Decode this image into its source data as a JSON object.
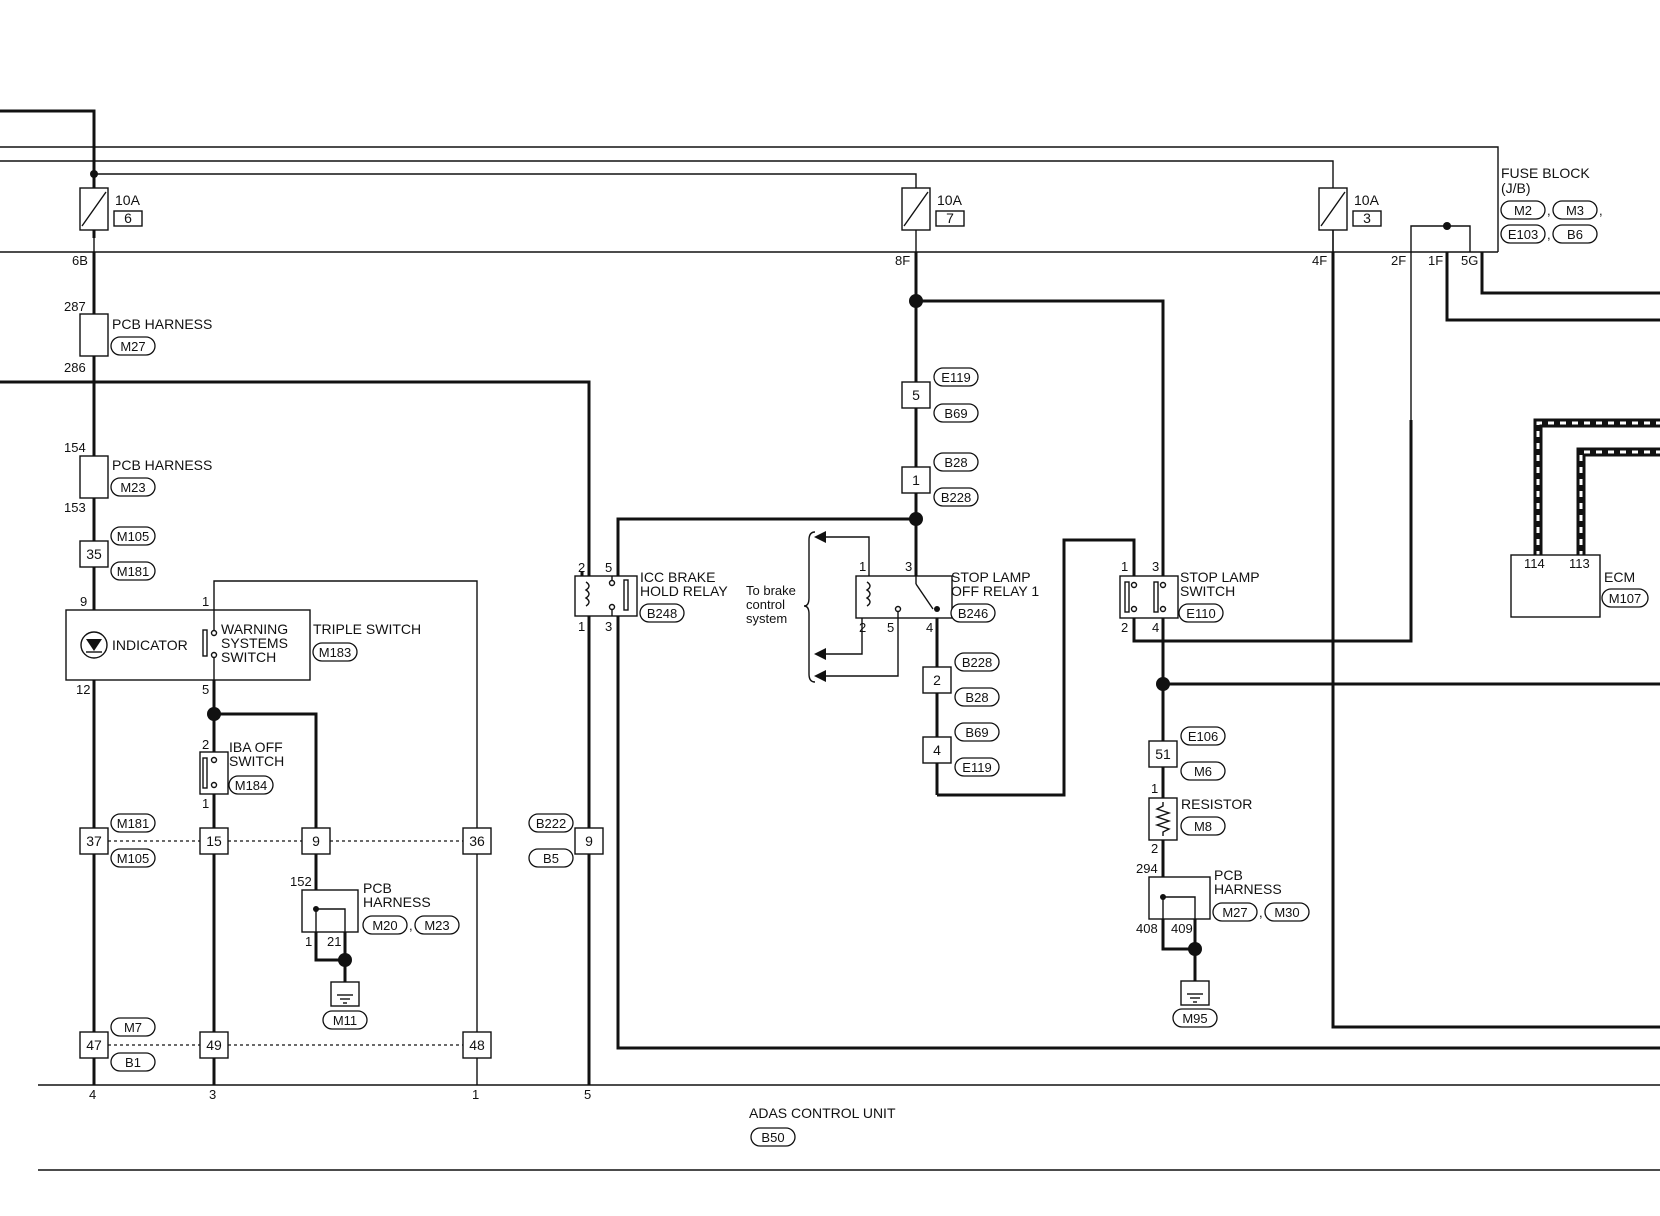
{
  "fuse_block": {
    "title": "FUSE BLOCK",
    "sub": "(J/B)",
    "connectors": [
      "M2",
      "M3",
      "E103",
      "B6"
    ],
    "terminals": [
      "6B",
      "8F",
      "4F",
      "2F",
      "1F",
      "5G"
    ],
    "fuses": [
      {
        "rating": "10A",
        "number": "6"
      },
      {
        "rating": "10A",
        "number": "7"
      },
      {
        "rating": "10A",
        "number": "3"
      }
    ]
  },
  "harness_connectors": {
    "pcb_m27": {
      "label": "PCB HARNESS",
      "connector": "M27",
      "pins": [
        "287",
        "286"
      ]
    },
    "pcb_m23": {
      "label": "PCB HARNESS",
      "connector": "M23",
      "pins": [
        "154",
        "153"
      ]
    },
    "pcb_m20": {
      "label1": "PCB",
      "label2": "HARNESS",
      "connectors": [
        "M20",
        "M23"
      ],
      "pins": [
        "152",
        "1",
        "21"
      ]
    },
    "pcb_m27_m30": {
      "label1": "PCB",
      "label2": "HARNESS",
      "connectors": [
        "M27",
        "M30"
      ],
      "pins": [
        "294",
        "408",
        "409"
      ]
    },
    "j35": {
      "pin": "35",
      "connectors": [
        "M105",
        "M181"
      ]
    },
    "j37": {
      "pin": "37",
      "connectors": [
        "M181",
        "M105"
      ]
    },
    "j47": {
      "pin": "47",
      "connectors": [
        "M7",
        "B1"
      ]
    },
    "j9b": {
      "pin": "9",
      "connectors": [
        "B222",
        "B5"
      ]
    },
    "j5": {
      "pin": "5",
      "connectors": [
        "E119",
        "B69"
      ]
    },
    "j1": {
      "pin": "1",
      "connectors": [
        "B28",
        "B228"
      ]
    },
    "j2": {
      "pin": "2",
      "connectors": [
        "B228",
        "B28"
      ]
    },
    "j4": {
      "pin": "4",
      "connectors": [
        "B69",
        "E119"
      ]
    },
    "j51": {
      "pin": "51",
      "connectors": [
        "E106",
        "M6"
      ]
    },
    "row_pins": [
      "15",
      "9",
      "36",
      "49",
      "48"
    ]
  },
  "components": {
    "triple_switch": {
      "name": "TRIPLE SWITCH",
      "connector": "M183",
      "indicator": "INDICATOR",
      "switch_lines": [
        "WARNING",
        "SYSTEMS",
        "SWITCH"
      ],
      "pins": [
        "9",
        "12",
        "1",
        "5"
      ]
    },
    "iba_off_switch": {
      "lines": [
        "IBA OFF",
        "SWITCH"
      ],
      "connector": "M184",
      "pins": [
        "2",
        "1"
      ]
    },
    "icc_brake_hold_relay": {
      "lines": [
        "ICC BRAKE",
        "HOLD RELAY"
      ],
      "connector": "B248",
      "pins": [
        "2",
        "5",
        "1",
        "3"
      ]
    },
    "stop_lamp_off_relay": {
      "lines": [
        "STOP LAMP",
        "OFF RELAY 1"
      ],
      "connector": "B246",
      "pins": [
        "1",
        "3",
        "2",
        "5",
        "4"
      ]
    },
    "stop_lamp_switch": {
      "lines": [
        "STOP LAMP",
        "SWITCH"
      ],
      "connector": "E110",
      "pins": [
        "1",
        "3",
        "2",
        "4"
      ]
    },
    "resistor": {
      "label": "RESISTOR",
      "connector": "M8",
      "pins": [
        "1",
        "2"
      ]
    },
    "ecm": {
      "label": "ECM",
      "connector": "M107",
      "pins": [
        "114",
        "113"
      ]
    },
    "brake_control_note": [
      "To brake",
      "control",
      "system"
    ]
  },
  "grounds": [
    "M11",
    "M95"
  ],
  "adas": {
    "label": "ADAS CONTROL UNIT",
    "connector": "B50",
    "pins": [
      "4",
      "3",
      "1",
      "5"
    ]
  }
}
